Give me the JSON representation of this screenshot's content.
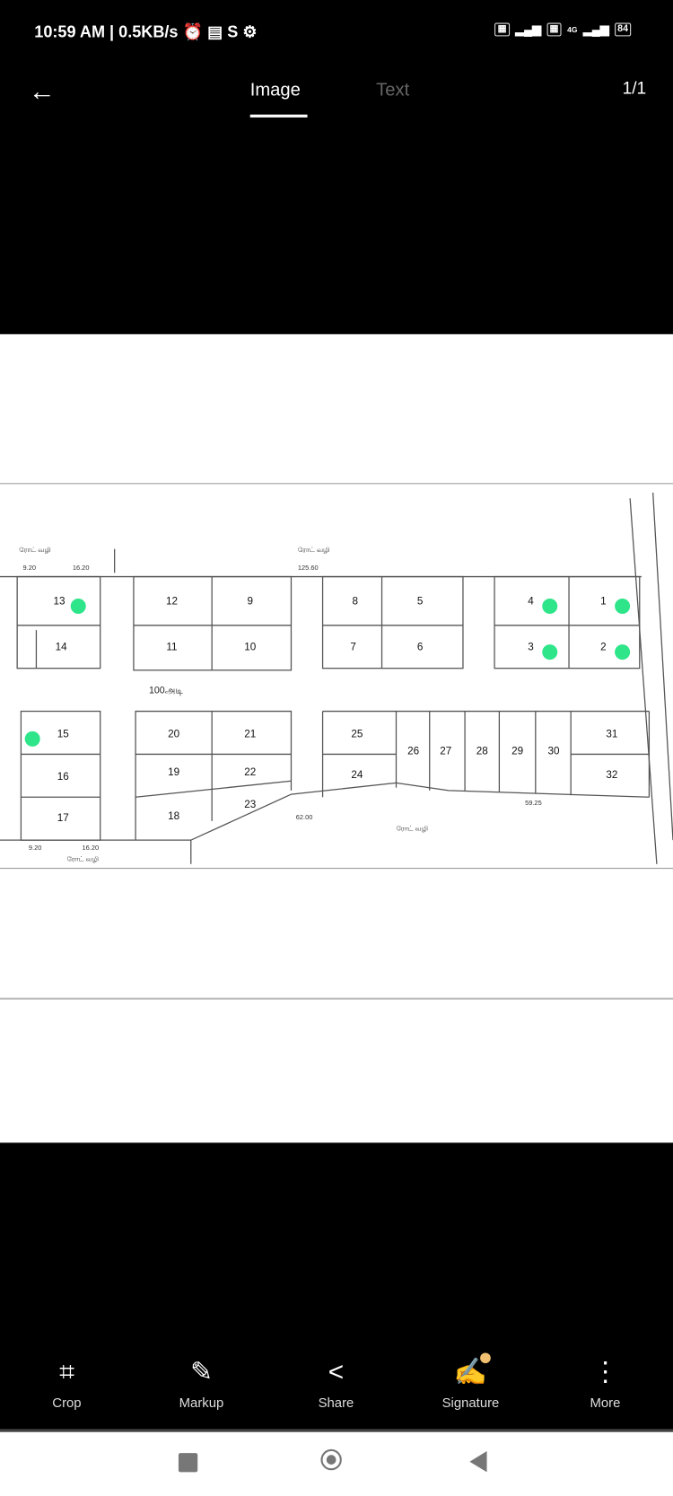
{
  "status_bar": {
    "time": "10:59 AM | 0.5KB/s",
    "icons": [
      "alarm-icon",
      "notes-icon",
      "s-icon",
      "vpn-icon"
    ],
    "right_icons": [
      "volte-icon",
      "signal-icon",
      "volte-icon",
      "signal-icon"
    ],
    "network_label": "4G",
    "battery": "84"
  },
  "header": {
    "tabs": [
      {
        "label": "Image",
        "active": true
      },
      {
        "label": "Text",
        "active": false
      }
    ],
    "page_count": "1/1"
  },
  "map": {
    "road_label": "100அடி",
    "dimensions": [
      "9.20",
      "16.20",
      "125.60",
      "62.00",
      "59.25",
      "9.20",
      "16.20"
    ],
    "plots": [
      "13",
      "12",
      "9",
      "8",
      "5",
      "4",
      "1",
      "14",
      "11",
      "10",
      "7",
      "6",
      "3",
      "2",
      "15",
      "20",
      "21",
      "25",
      "26",
      "27",
      "28",
      "29",
      "30",
      "31",
      "16",
      "19",
      "22",
      "24",
      "32",
      "17",
      "18",
      "23"
    ],
    "marked_plots": [
      "13",
      "4",
      "1",
      "3",
      "2",
      "15"
    ],
    "marker_color": "#2ee58a"
  },
  "toolbar": {
    "items": [
      {
        "label": "Crop",
        "icon": "crop-icon"
      },
      {
        "label": "Markup",
        "icon": "pen-icon"
      },
      {
        "label": "Share",
        "icon": "share-icon"
      },
      {
        "label": "Signature",
        "icon": "signature-icon"
      },
      {
        "label": "More",
        "icon": "more-icon"
      }
    ],
    "badge_color": "#f0c070"
  },
  "nav": {
    "icons": [
      "recent-apps-icon",
      "home-icon",
      "back-icon"
    ]
  }
}
